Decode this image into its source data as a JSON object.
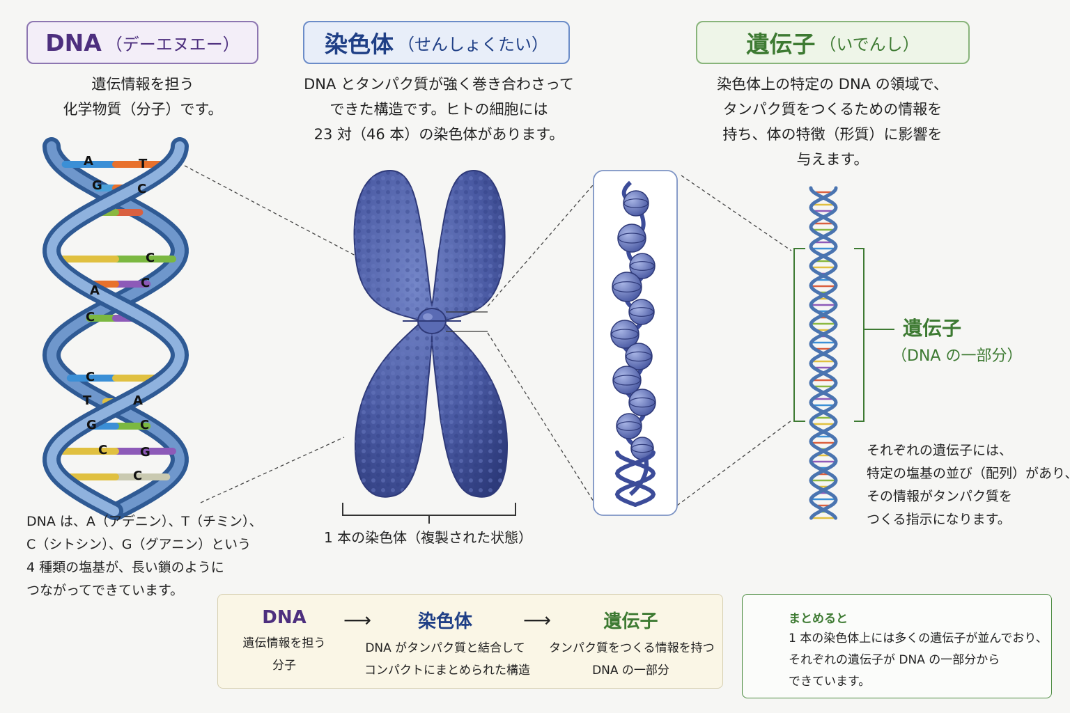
{
  "colors": {
    "dna_purple": "#4d2f7e",
    "chromosome_blue": "#1f3f86",
    "gene_green": "#3d7a32",
    "dna_box_bg": "#f3eef8",
    "chromo_box_bg": "#e8eef9",
    "gene_box_bg": "#eef5e8",
    "helix_blue": "#5b86bf",
    "chromosome_fill": "#4a5aa3"
  },
  "dna": {
    "title": "DNA",
    "reading": "（デーエヌエー）",
    "desc": [
      "遺伝情報を担う",
      "化学物質（分子）です。"
    ],
    "base_pairs": [
      {
        "left": "A",
        "right": "T"
      },
      {
        "left": "G",
        "right": "C"
      },
      {
        "left": "",
        "right": "C"
      },
      {
        "left": "A",
        "right": "C"
      },
      {
        "left": "C",
        "right": ""
      },
      {
        "left": "C",
        "right": ""
      },
      {
        "left": "T",
        "right": "A"
      },
      {
        "left": "G",
        "right": "C"
      },
      {
        "left": "C",
        "right": "G"
      },
      {
        "left": "",
        "right": "C"
      }
    ],
    "note": [
      "DNA は、A（アデニン）、T（チミン）、",
      "C（シトシン）、G（グアニン）という",
      "4 種類の塩基が、長い鎖のように",
      "つながってできています。"
    ]
  },
  "chromosome": {
    "title": "染色体",
    "reading": "（せんしょくたい）",
    "desc": [
      "DNA とタンパク質が強く巻き合わさって",
      "できた構造です。ヒトの細胞には",
      "23 対（46 本）の染色体があります。"
    ],
    "caption": "1 本の染色体（複製された状態）"
  },
  "gene": {
    "title": "遺伝子",
    "reading": "（いでんし）",
    "desc": [
      "染色体上の特定の DNA の領域で、",
      "タンパク質をつくるための情報を",
      "持ち、体の特徴（形質）に影響を",
      "与えます。"
    ],
    "label": "遺伝子",
    "label_sub": "（DNA の一部分）",
    "note": [
      "それぞれの遺伝子には、",
      "特定の塩基の並び（配列）があり、",
      "その情報がタンパク質を",
      "つくる指示になります。"
    ]
  },
  "summary": {
    "items": [
      {
        "title": "DNA",
        "lines": [
          "遺伝情報を担う",
          "分子"
        ]
      },
      {
        "title": "染色体",
        "lines": [
          "DNA がタンパク質と結合して",
          "コンパクトにまとめられた構造"
        ]
      },
      {
        "title": "遺伝子",
        "lines": [
          "タンパク質をつくる情報を持つ",
          "DNA の一部分"
        ]
      }
    ],
    "arrow": "⟶"
  },
  "matome": {
    "icon": "lightbulb-icon",
    "title": "まとめると",
    "lines": [
      "1 本の染色体上には多くの遺伝子が並んでおり、",
      "それぞれの遺伝子が DNA の一部分から",
      "できています。"
    ]
  }
}
